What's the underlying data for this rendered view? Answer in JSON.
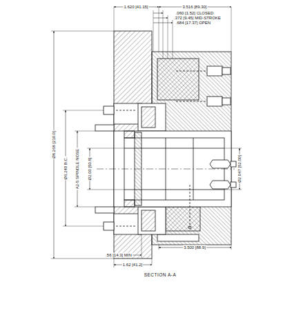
{
  "diagram": {
    "labels": [
      "1.620 [41.15]",
      "3.516 [89.30]",
      ".060 [1.52] CLOSED",
      ".372 [9.45] MID-STROKE",
      ".684 [17.37] OPEN",
      "Ø8.268 [210.0]",
      "Ø6.240 B.C.",
      "A2-5 SPINDLE NOSE",
      "Ø2.00 [50.8]",
      "Ø2.047 [52.00]",
      "3.500 [88.9]",
      ".56 [14.3] MIN",
      "1.62 [41.2]",
      "SECTION A-A"
    ]
  }
}
